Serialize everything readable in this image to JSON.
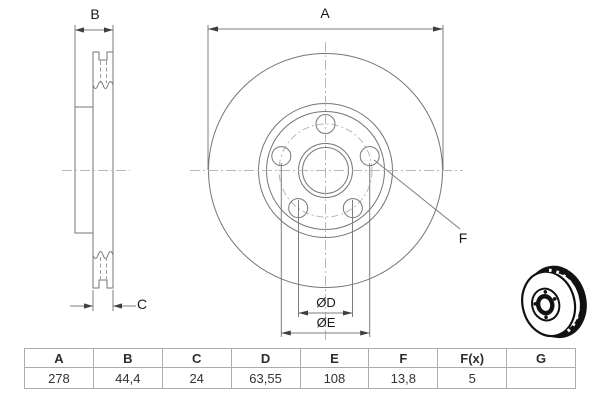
{
  "drawing": {
    "labels": {
      "a": "A",
      "b": "B",
      "c": "C",
      "f": "F",
      "d": "ØD",
      "e": "ØE"
    }
  },
  "icon": {
    "name": "brake-disc-3d-pictogram"
  },
  "table": {
    "headers": [
      "A",
      "B",
      "C",
      "D",
      "E",
      "F",
      "F(x)",
      "G"
    ],
    "values": [
      "278",
      "44,4",
      "24",
      "63,55",
      "108",
      "13,8",
      "5",
      ""
    ]
  },
  "colors": {
    "background": "#ffffff",
    "part_line": "#757575",
    "dimension_line": "#7d7d7d",
    "centerline": "#b7b7b7",
    "label_text": "#1a1a1a",
    "table_border": "#a6adb3",
    "table_text": "#333333",
    "icon": "#111111"
  }
}
